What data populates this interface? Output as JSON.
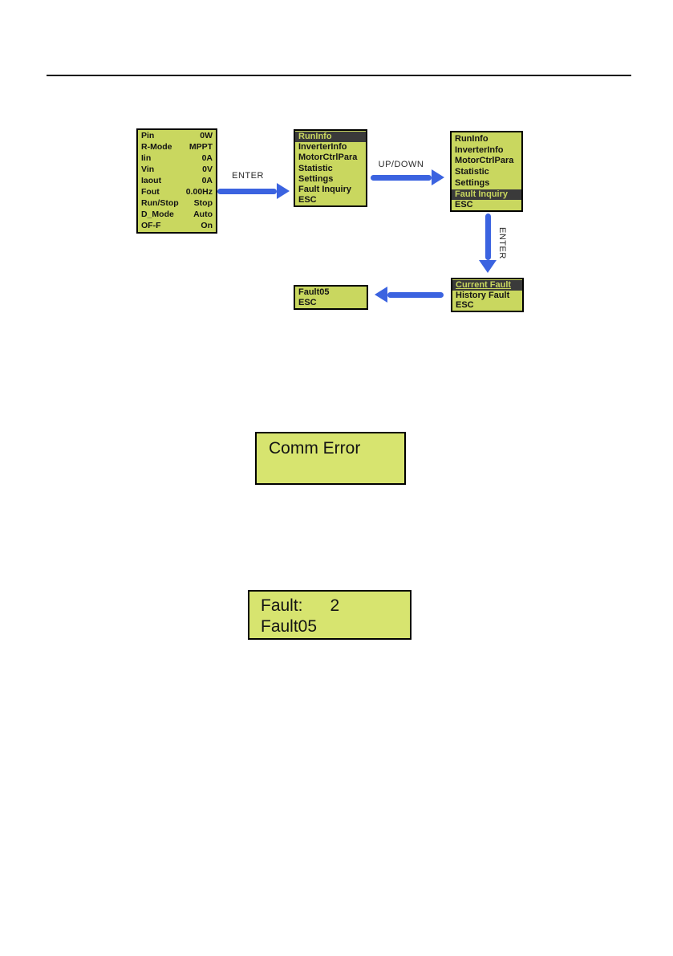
{
  "colors": {
    "lcd_green": "#c9d75f",
    "lcd_green_light": "#d7e46f",
    "highlight_bg": "#3a3a3a",
    "arrow_blue": "#3b63e0"
  },
  "flow": {
    "enter_label_1": "ENTER",
    "updown_label": "UP/DOWN",
    "enter_label_2": "ENTER"
  },
  "screens": {
    "status": {
      "rows": [
        {
          "label": "Pin",
          "value": "0W"
        },
        {
          "label": "R-Mode",
          "value": "MPPT"
        },
        {
          "label": "Iin",
          "value": "0A"
        },
        {
          "label": "Vin",
          "value": "0V"
        },
        {
          "label": "Iaout",
          "value": "0A"
        },
        {
          "label": "Fout",
          "value": "0.00Hz"
        },
        {
          "label": "Run/Stop",
          "value": "Stop"
        },
        {
          "label": "D_Mode",
          "value": "Auto"
        },
        {
          "label": "OF-F",
          "value": "On"
        }
      ]
    },
    "main_menu_runinfo": {
      "highlighted": "RunInfo",
      "items": [
        "RunInfo",
        "InverterInfo",
        "MotorCtrlPara",
        "Statistic",
        "Settings",
        "Fault Inquiry",
        "ESC"
      ]
    },
    "main_menu_fault": {
      "highlighted": "Fault Inquiry",
      "items": [
        "RunInfo",
        "InverterInfo",
        "MotorCtrlPara",
        "Statistic",
        "Settings",
        "Fault Inquiry",
        "ESC"
      ]
    },
    "fault_menu": {
      "highlighted": "Current Fault",
      "items": [
        "Current Fault",
        "History Fault",
        "ESC"
      ]
    },
    "fault_code": {
      "items": [
        "Fault05",
        "ESC"
      ]
    },
    "comm_error": {
      "text": "Comm Error"
    },
    "fault_detail": {
      "line1_label": "Fault:",
      "line1_value": "2",
      "line2": "Fault05"
    }
  }
}
